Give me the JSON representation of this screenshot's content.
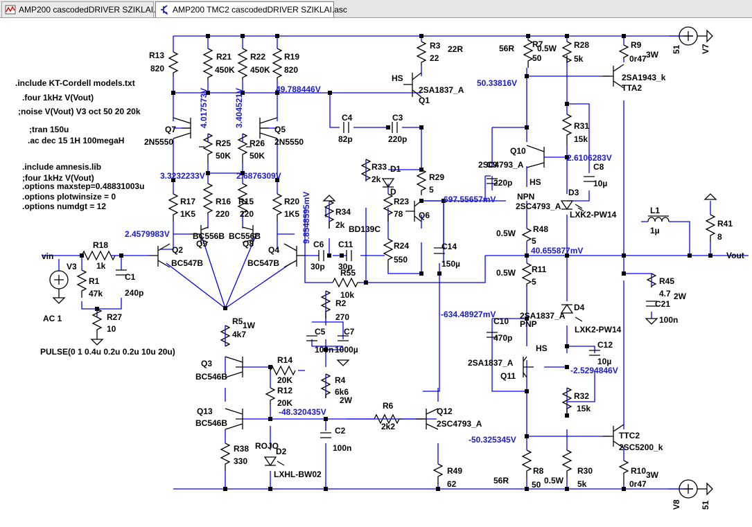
{
  "tabs": [
    {
      "label": "AMP200 cascodedDRIVER SZIKLAI.asc",
      "icon": "waveform-icon"
    },
    {
      "label": "AMP200 TMC2 cascodedDRIVER SZIKLAI.asc",
      "icon": "schematic-icon"
    }
  ],
  "directives": [
    ".include KT-Cordell models.txt",
    ".four 1kHz V(Vout)",
    ";noise V(Vout) V3 oct 50 20 20k",
    ";tran 150u",
    ".ac dec 15 1H 100megaH",
    ".include amnesis.lib",
    ";four 1kHz V(Vout)",
    ".options maxstep=0.48831003u",
    ".options plotwinsize = 0",
    ".options numdgt = 12",
    "PULSE(0 1 0.4u 0.2u 0.2u 10u 20u)",
    "AC 1"
  ],
  "voltages": {
    "v_q1_base": "49.788446V",
    "v_r7": "50.33816V",
    "v_q7": "4.017573V",
    "v_q5": "3.404521V",
    "v_r25": "3.3232233V",
    "v_r26": "2.6876309V",
    "v_q2": "2.4579983V",
    "v_c6": "9.8548595mV",
    "v_q6": "697.55657mV",
    "v_c8": "2.6106283V",
    "v_out": "40.655877mV",
    "v_c10": "-634.48927mV",
    "v_c12": "-2.5294846V",
    "v_q12": "-48.320435V",
    "v_r8": "-50.325345V"
  },
  "resistors": {
    "R13": "820",
    "R21": "450K",
    "R22": "450K",
    "R19": "820",
    "R3": "22",
    "R7": "50",
    "R28": "5k",
    "R9": "0r47",
    "R25": "50K",
    "R26": "50K",
    "R33": "2k",
    "R29": "5",
    "R23": "78",
    "R24": "550",
    "R34": "2k",
    "R31": "15k",
    "R17": "1K5",
    "R16": "220",
    "R15": "220",
    "R20": "1K5",
    "R18": "1k",
    "R1": "47k",
    "R27": "10",
    "R48": "5",
    "R11": "5",
    "R41": "8",
    "R45": "4.7",
    "R55": "10k",
    "R2": "270",
    "R5": "4k7",
    "R14": "20K",
    "R12": "20K",
    "R4": "6k6",
    "R6": "2k2",
    "R38": "330",
    "R49": "62",
    "R8": "50",
    "R30": "5k",
    "R10": "0r47",
    "R32": "15k"
  },
  "capacitors": {
    "C4": "82p",
    "C3": "220p",
    "C9": "220p",
    "C8": "10µ",
    "C6": "30p",
    "C11": "30p",
    "C14": "150µ",
    "C1": "240p",
    "C5": "100n",
    "C7": "1000µ",
    "C10": "470p",
    "C12": "10µ",
    "C2": "100n",
    "C21": "100n",
    "L1": "1µ"
  },
  "transistors": {
    "Q1": "2SA1837_A",
    "Q7": "2N5550",
    "Q5": "2N5550",
    "Q10": "2SC4793_A",
    "Q2": "BC547B",
    "Q9": "BC556B",
    "Q8": "BC556B",
    "Q4": "BC547B",
    "Q6": "BD139C",
    "Q3": "BC546B",
    "Q13": "BC546B",
    "Q11": "2SA1837_A",
    "Q12": "2SC4793_A",
    "TTA2": "2SA1943_k",
    "TTC2": "2SC5200_k"
  },
  "diodes": {
    "D1": "D",
    "D3": "LXK2-PW14",
    "D4": "LXK2-PW14",
    "D2": "LXHL-BW02"
  },
  "misc": {
    "hs": "HS",
    "npn": "NPN",
    "pnp": "PNP",
    "rojo": "ROJO",
    "pw_1w": "1W",
    "pw_2w": "2W",
    "pw_3w": "3W",
    "pw_05w": "0.5W",
    "r_56r": "56R",
    "r_22r": "22R",
    "v7": "V7",
    "v8": "V8",
    "v_51": "51",
    "vin": "vin",
    "vout": "Vout",
    "v3": "V3"
  }
}
